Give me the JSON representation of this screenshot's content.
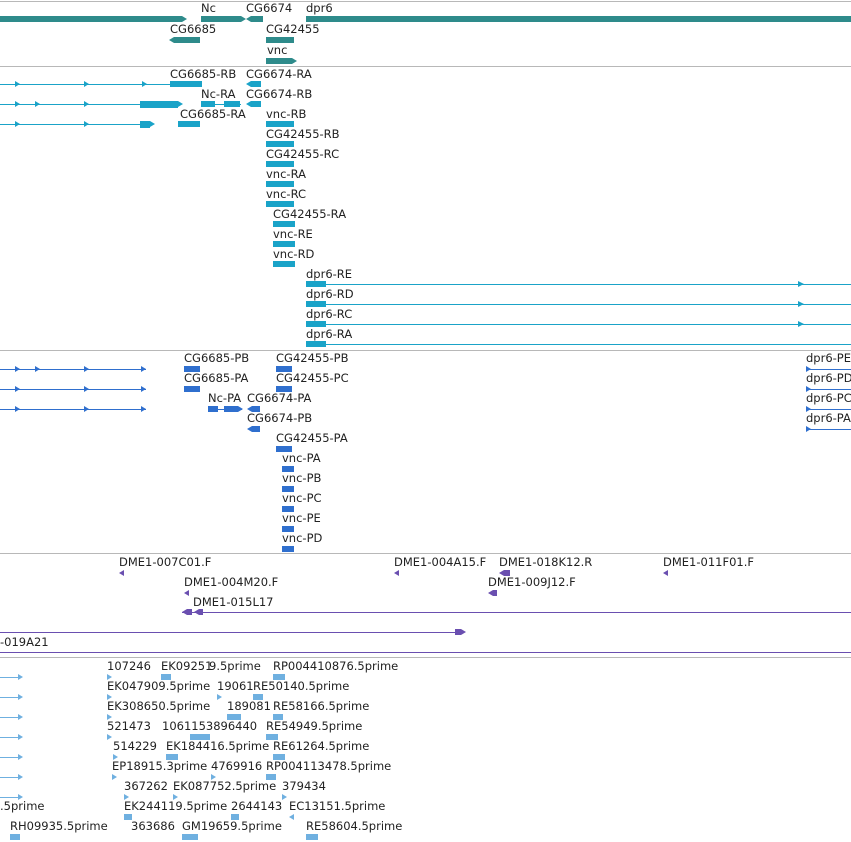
{
  "colors": {
    "gene": "#2e8b8b",
    "transcript_rna": "#1aa3c8",
    "transcript_protein": "#2f6fce",
    "clone": "#6a4fb0",
    "est": "#6fb0e0",
    "divider": "#b8b8b8"
  },
  "tracks": {
    "genes": {
      "labels": [
        "Nc",
        "CG6674",
        "dpr6",
        "CG6685",
        "CG42455",
        "vnc"
      ]
    },
    "transcripts": {
      "labels": [
        "CG6685-RB",
        "CG6674-RA",
        "Nc-RA",
        "CG6674-RB",
        "CG6685-RA",
        "vnc-RB",
        "CG42455-RB",
        "CG42455-RC",
        "vnc-RA",
        "vnc-RC",
        "CG42455-RA",
        "vnc-RE",
        "vnc-RD",
        "dpr6-RE",
        "dpr6-RD",
        "dpr6-RC",
        "dpr6-RA"
      ]
    },
    "proteins": {
      "labels": [
        "CG6685-PB",
        "CG42455-PB",
        "dpr6-PE",
        "CG6685-PA",
        "CG42455-PC",
        "dpr6-PD",
        "Nc-PA",
        "CG6674-PA",
        "dpr6-PC",
        "CG6674-PB",
        "dpr6-PA",
        "CG42455-PA",
        "vnc-PA",
        "vnc-PB",
        "vnc-PC",
        "vnc-PE",
        "vnc-PD"
      ]
    },
    "clones": {
      "labels": [
        "DME1-007C01.F",
        "DME1-004A15.F",
        "DME1-018K12.R",
        "DME1-011F01.F",
        "DME1-004M20.F",
        "DME1-009J12.F",
        "DME1-015L17",
        "-019A21"
      ]
    },
    "ests": {
      "labels": [
        "107246",
        "EK09251",
        "9.5prime",
        "RP004410876.5prime",
        "EK047909.5prime",
        "19061",
        "RE50140.5prime",
        "EK308650.5prime",
        "189081",
        "RE58166.5prime",
        "521473",
        "1061153896440",
        "RE54949.5prime",
        "514229",
        "EK184416.5prime",
        "RE61264.5prime",
        "EP18915.3prime",
        "4769916",
        "RP004113478.5prime",
        "367262",
        "EK087752.5prime",
        "379434",
        ".5prime",
        "EK244119.5prime",
        "2644143",
        "EC13151.5prime",
        "RH09935.5prime",
        "363686",
        "GM19659.5prime",
        "RE58604.5prime"
      ]
    }
  }
}
